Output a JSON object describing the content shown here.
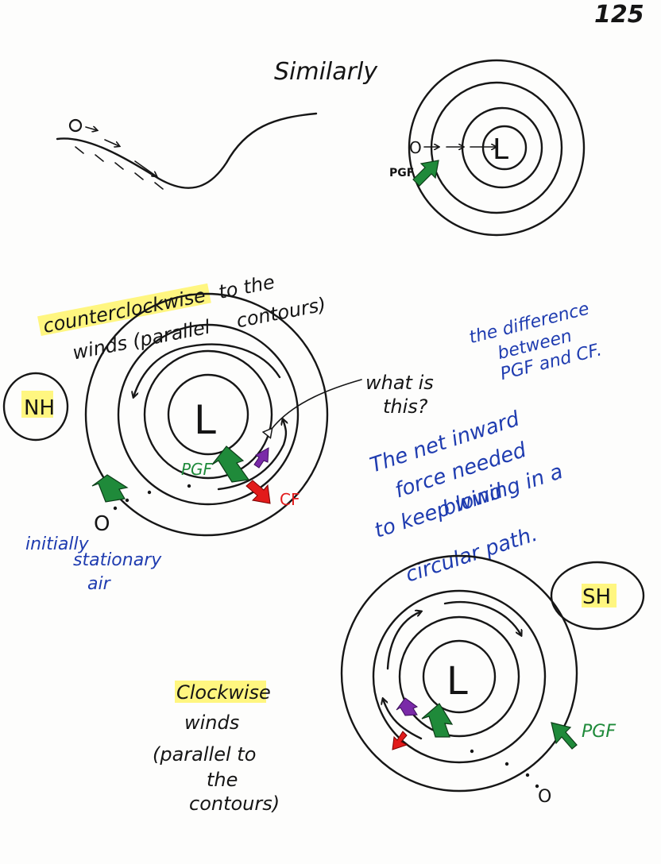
{
  "page": {
    "number": "125",
    "heading": "Similarly"
  },
  "top_right_diagram": {
    "center_label": "L",
    "ball_label": "O",
    "force_label": "PGF"
  },
  "nh_diagram": {
    "caption_line1": "counterclockwise",
    "caption_line1b": "to the",
    "caption_line2": "winds (parallel",
    "caption_line2b": "contours)",
    "region_label": "NH",
    "center_label": "L",
    "ball_label": "O",
    "pgf_label": "PGF",
    "cf_label": "CF",
    "question_line1": "what is",
    "question_line2": "this?",
    "side_note_line1": "initially",
    "side_note_line2": "stationary",
    "side_note_line3": "air"
  },
  "blue_answer": {
    "line1": "the difference",
    "line2": "between",
    "line3": "PGF and CF.",
    "line4": "The net inward",
    "line5": "force needed",
    "line6": "to keep wind",
    "line7": "blowing in a",
    "line8": "circular path."
  },
  "sh_diagram": {
    "region_label": "SH",
    "center_label": "L",
    "pgf_label": "PGF",
    "ball_label": "O",
    "caption_line1": "Clockwise",
    "caption_line2": "winds",
    "caption_line3": "(parallel to",
    "caption_line4": "the",
    "caption_line5": "contours)"
  },
  "colors": {
    "ink": "#161616",
    "pen_blue": "#1f3cb0",
    "pgf_green": "#1f8a3a",
    "cf_red": "#e21b1b",
    "net_purple": "#7a2aa8",
    "highlight": "#fff46a"
  }
}
